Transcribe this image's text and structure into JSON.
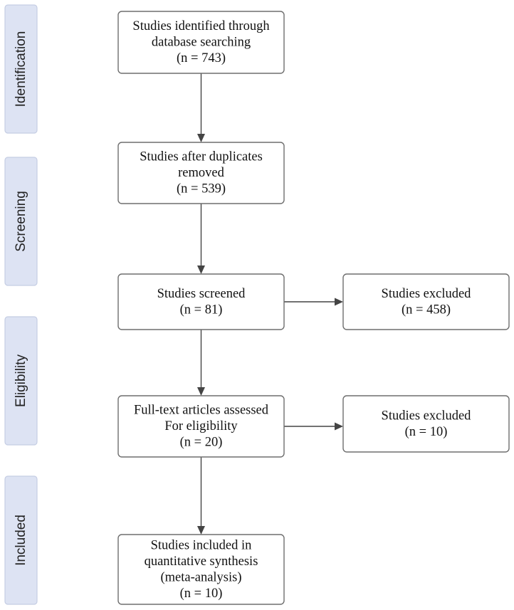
{
  "phases": [
    {
      "id": "identification",
      "label": "Identification"
    },
    {
      "id": "screening",
      "label": "Screening"
    },
    {
      "id": "eligibility",
      "label": "Eligibility"
    },
    {
      "id": "included",
      "label": "Included"
    }
  ],
  "nodes": [
    {
      "id": "identified",
      "lines": [
        "Studies identified through",
        "database searching",
        "(n = 743)"
      ]
    },
    {
      "id": "deduplicated",
      "lines": [
        "Studies after duplicates",
        "removed",
        "(n = 539)"
      ]
    },
    {
      "id": "screened",
      "lines": [
        "Studies screened",
        "(n = 81)"
      ]
    },
    {
      "id": "excluded-screening",
      "lines": [
        "Studies excluded",
        "(n = 458)"
      ]
    },
    {
      "id": "fulltext",
      "lines": [
        "Full-text articles assessed",
        "For eligibility",
        "(n = 20)"
      ]
    },
    {
      "id": "excluded-eligibility",
      "lines": [
        "Studies excluded",
        "(n = 10)"
      ]
    },
    {
      "id": "included",
      "lines": [
        "Studies included in",
        "quantitative synthesis",
        "(meta-analysis)",
        "(n = 10)"
      ]
    }
  ],
  "edges": [
    {
      "from": "identified",
      "to": "deduplicated"
    },
    {
      "from": "deduplicated",
      "to": "screened"
    },
    {
      "from": "screened",
      "to": "excluded-screening"
    },
    {
      "from": "screened",
      "to": "fulltext"
    },
    {
      "from": "fulltext",
      "to": "excluded-eligibility"
    },
    {
      "from": "fulltext",
      "to": "included"
    }
  ]
}
